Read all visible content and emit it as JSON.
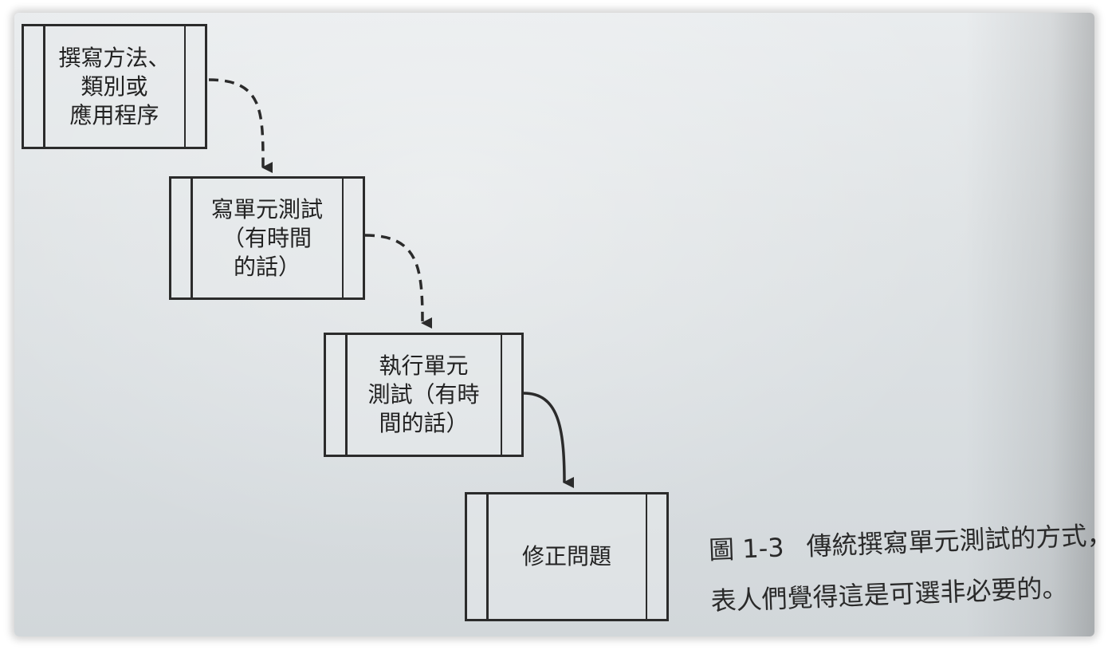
{
  "diagram": {
    "nodes": [
      {
        "id": "write-code",
        "lines": [
          "撰寫方法、",
          "類別或",
          "應用程序"
        ]
      },
      {
        "id": "write-tests",
        "lines": [
          "寫單元測試",
          "（有時間",
          "的話）"
        ]
      },
      {
        "id": "run-tests",
        "lines": [
          "執行單元",
          "測試（有時",
          "間的話）"
        ]
      },
      {
        "id": "fix-issues",
        "lines": [
          "修正問題"
        ]
      }
    ],
    "edges": [
      {
        "from": "write-code",
        "to": "write-tests",
        "style": "dashed"
      },
      {
        "from": "write-tests",
        "to": "run-tests",
        "style": "dashed"
      },
      {
        "from": "run-tests",
        "to": "fix-issues",
        "style": "solid"
      }
    ]
  },
  "caption": {
    "figure_number": "圖 1-3",
    "line1": "傳統撰寫單元測試的方式，",
    "line2": "表人們覺得這是可選非必要的。"
  },
  "colors": {
    "ink": "#2b2b2b",
    "paper": "#dfe3e5"
  }
}
